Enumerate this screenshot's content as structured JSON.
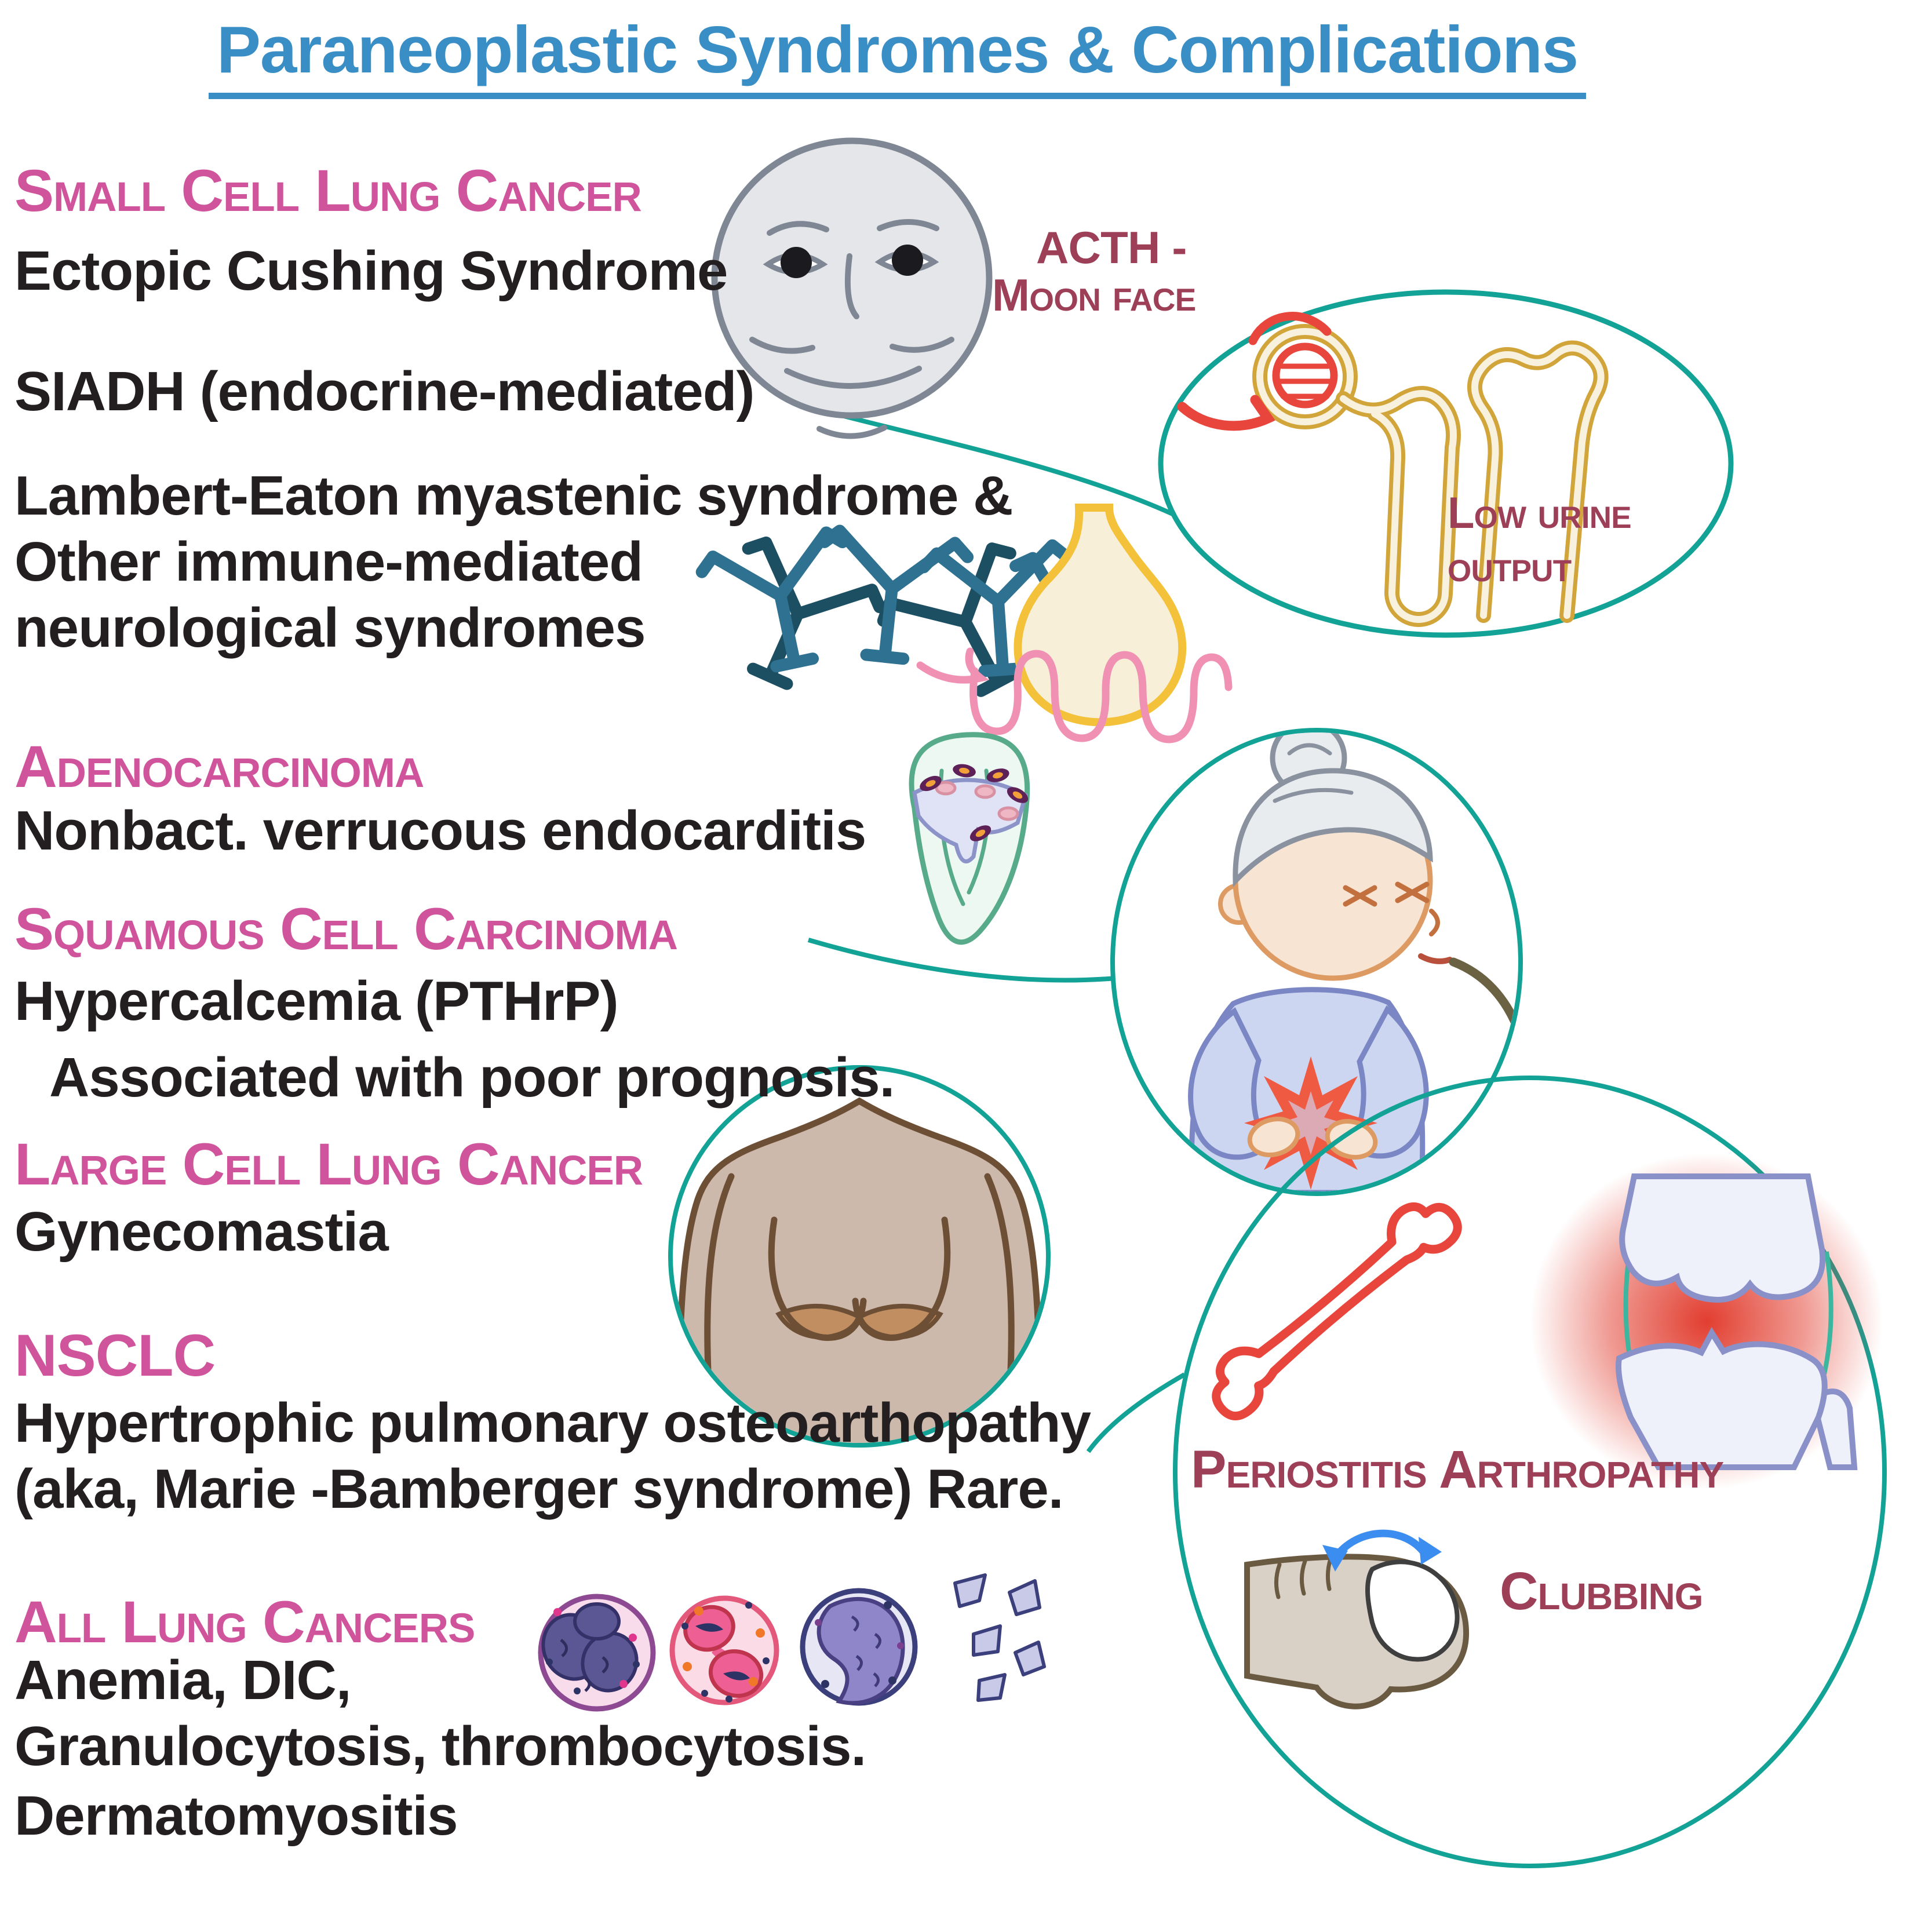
{
  "title": "Paraneoplastic Syndromes & Complications",
  "sections": {
    "small_cell": {
      "heading": "Small Cell Lung Cancer",
      "line1": "Ectopic Cushing Syndrome",
      "line2": "SIADH (endocrine-mediated)",
      "line3": "Lambert-Eaton myastenic syndrome &",
      "line4": "Other immune-mediated",
      "line5": "neurological syndromes"
    },
    "adeno": {
      "heading": "Adenocarcinoma",
      "line1": "Nonbact. verrucous endocarditis"
    },
    "squamous": {
      "heading": "Squamous Cell Carcinoma",
      "line1": "Hypercalcemia (PTHrP)",
      "line2": "Associated with poor prognosis."
    },
    "large_cell": {
      "heading": "Large Cell Lung Cancer",
      "line1": "Gynecomastia"
    },
    "nsclc": {
      "heading": "NSCLC",
      "line1": "Hypertrophic pulmonary osteoarthopathy",
      "line2": "(aka, Marie -Bamberger syndrome) Rare."
    },
    "all_lung": {
      "heading": "All Lung Cancers",
      "line1": "Anemia, DIC,",
      "line2": "Granulocytosis, thrombocytosis.",
      "line3": "Dermatomyositis"
    }
  },
  "annotations": {
    "acth_line1": "ACTH -",
    "acth_line2": "Moon face",
    "urine_line1": "Low urine",
    "urine_line2": "output",
    "periostitis": "Periostitis Arthropathy",
    "clubbing": "Clubbing"
  },
  "icons": [
    "moon-face-icon",
    "nephron-icon",
    "antibody-icon",
    "synaptic-bouton-icon",
    "postsynaptic-membrane-icon",
    "heart-endocarditis-icon",
    "vomiting-woman-icon",
    "gynecomastia-torso-icon",
    "long-bone-icon",
    "knee-joint-icon",
    "clubbed-finger-icon",
    "clubbing-arrow-icon",
    "neutrophil-icon",
    "eosinophil-icon",
    "monocyte-icon",
    "platelets-icon"
  ],
  "colors": {
    "title": "#3a8ec6",
    "pink": "#d0549b",
    "maroon": "#9e3f58",
    "ink": "#231f20",
    "teal": "#12a296",
    "moon_fill": "#e4e6e9",
    "moon_line": "#7f8794",
    "gold": "#d2a53b",
    "cream": "#f8f1dd",
    "red": "#e8463c",
    "antibody": "#2e7191",
    "antibody_dark": "#1d4f63",
    "bouton_line": "#f3c23a",
    "bouton_fill": "#f7efd8",
    "pinkline": "#f091b4",
    "heart_line": "#57ab8b",
    "heart_fill": "#ecf8f1",
    "valve_fill": "#dfe3f5",
    "valve_line": "#8b93c8",
    "veg_dark": "#5d2157",
    "veg_orange": "#f2a13a",
    "veg_pink": "#efb6c3",
    "skin": "#f8e4d3",
    "skin_line": "#dd9a62",
    "hair": "#e9ecef",
    "hair_line": "#8a92a0",
    "cloth": "#ccd6f0",
    "cloth_line": "#7b87c4",
    "vomit_green": "#6cbf3a",
    "vomit_line": "#6b6243",
    "burst": "#ef5a43",
    "burst_in": "#dcaab4",
    "torso": "#cdb9ab",
    "torso_line": "#6d4f35",
    "areola": "#c18e62",
    "bone_fill": "#eef0fa",
    "bone_line": "#8a90c8",
    "glow": "#e03425",
    "finger": "#d9d0c6",
    "finger_line": "#6b5a42",
    "nail_line": "#3f3f3f",
    "arrow": "#3c8df0",
    "cell1": "#8d4a92",
    "cell1_fill": "#f8dcec",
    "cell2": "#e4587c",
    "cell2_fill": "#fadbe6",
    "cell3": "#3b3f7c",
    "cell3_fill": "#e6e6f5",
    "nuc1": "#5a5794",
    "nuc1_line": "#343168",
    "nuc2": "#ee5f94",
    "nuc2_line": "#c0344e",
    "nuc3": "#8f86c9",
    "nuc3_line": "#494083",
    "navy": "#2e3366",
    "platelet": "#c9c9e8"
  }
}
